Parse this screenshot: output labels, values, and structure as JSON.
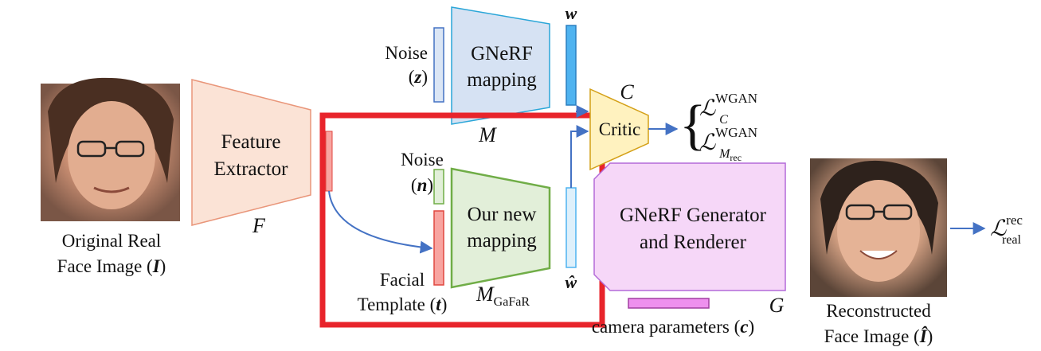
{
  "colors": {
    "arrow": "#4472c4",
    "highlight": "#e8242b",
    "feature_fill": "#fbe3d6",
    "feature_stroke": "#e9967a",
    "gnerf_map_fill": "#d6e2f3",
    "gnerf_map_stroke": "#2aa6d8",
    "our_map_fill": "#e2efd9",
    "our_map_stroke": "#70ad47",
    "critic_fill": "#fff2bf",
    "critic_stroke": "#d4a017",
    "generator_fill": "#f6d7f8",
    "generator_stroke": "#b36ad8",
    "w_bar_fill": "#4fb3f0",
    "what_bar_fill": "#def0fb",
    "template_bar_fill": "#f8a4a0",
    "template_bar_stroke": "#e0463f",
    "camera_bar_fill": "#ee90ee",
    "noise_z_fill": "#dbe6f5",
    "noise_n_fill": "#e2efd9"
  },
  "images": {
    "input_face": "face-photo-original",
    "output_face": "face-photo-reconstructed"
  },
  "labels": {
    "input_caption_line1": "Original Real",
    "input_caption_line2_text": "Face Image (",
    "input_caption_symbol": "I",
    "input_caption_close": ")",
    "feature_extractor_line1": "Feature",
    "feature_extractor_line2": "Extractor",
    "feature_extractor_symbol": "F",
    "noise_z_label": "Noise",
    "noise_z_symbol": "z",
    "gnerf_mapping_line1": "GNeRF",
    "gnerf_mapping_line2": "mapping",
    "gnerf_mapping_symbol": "M",
    "w_symbol": "w",
    "noise_n_label": "Noise",
    "noise_n_symbol": "n",
    "our_mapping_line1": "Our new",
    "our_mapping_line2": "mapping",
    "our_mapping_symbol": "M",
    "our_mapping_subscript": "GaFaR",
    "facial_template_line1": "Facial",
    "facial_template_line2_text": "Template (",
    "facial_template_symbol": "t",
    "facial_template_close": ")",
    "w_hat_symbol": "ŵ",
    "critic_label": "Critic",
    "critic_symbol": "C",
    "brace": "{",
    "loss_wgan_c_symbol": "ℒ",
    "loss_wgan_c_sup": "WGAN",
    "loss_wgan_c_sub": "C",
    "loss_wgan_m_symbol": "ℒ",
    "loss_wgan_m_sup": "WGAN",
    "loss_wgan_m_sub": "M",
    "loss_wgan_m_subsub": "rec",
    "generator_line1": "GNeRF Generator",
    "generator_line2": "and Renderer",
    "generator_symbol": "G",
    "camera_caption_text": "camera parameters (",
    "camera_caption_symbol": "c",
    "camera_caption_close": ")",
    "output_caption_line1": "Reconstructed",
    "output_caption_line2_text": "Face Image (",
    "output_caption_symbol": "Î",
    "output_caption_close": ")",
    "loss_rec_symbol": "ℒ",
    "loss_rec_sup": "rec",
    "loss_rec_sub": "real"
  }
}
